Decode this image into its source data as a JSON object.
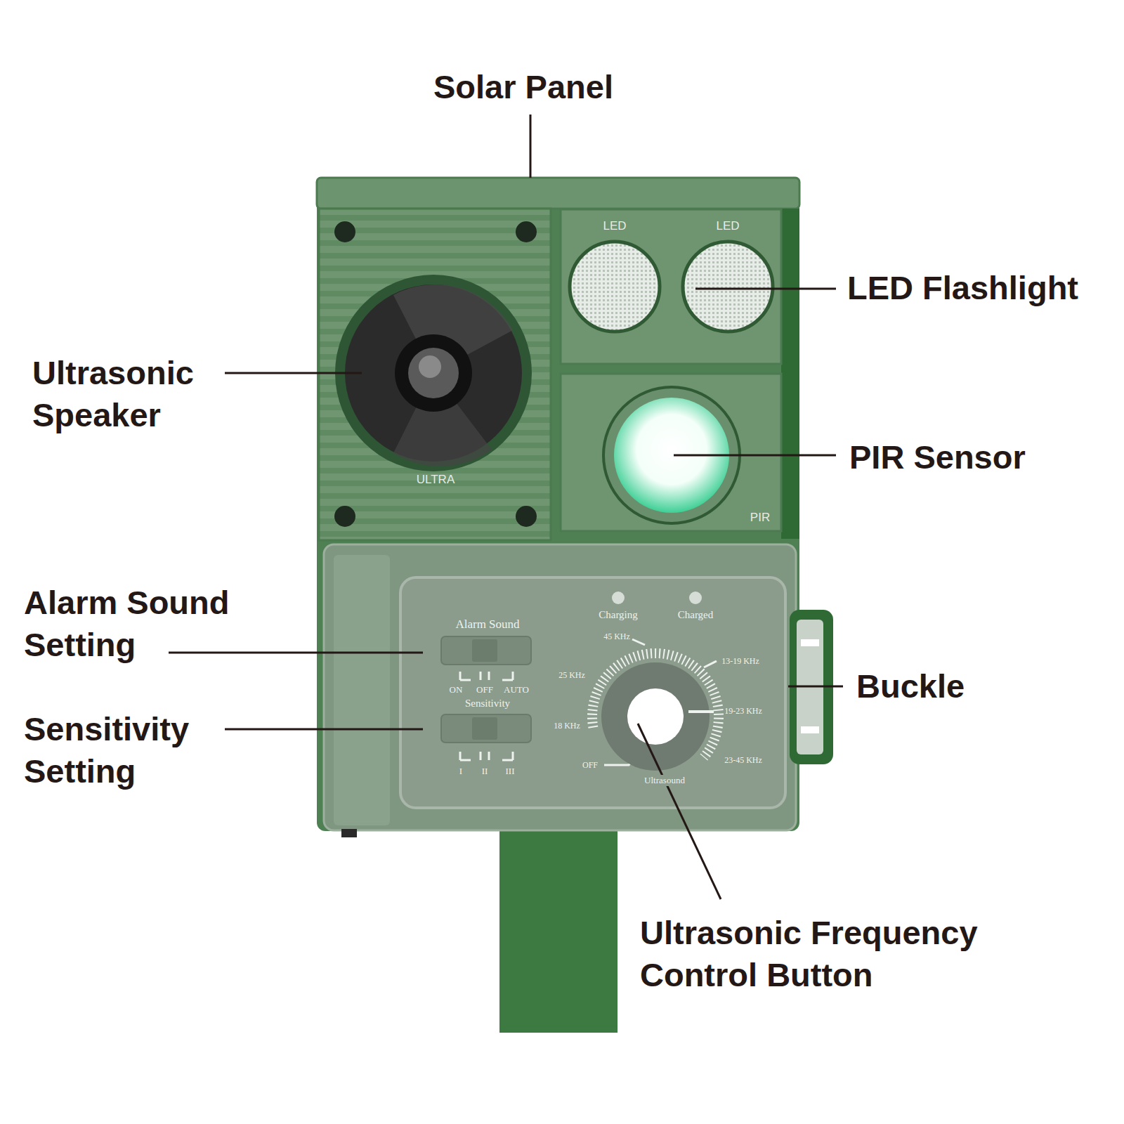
{
  "diagram": {
    "labels": [
      "Solar Panel",
      "LED",
      "LED",
      "LED Flashlight",
      "Ultrasonic Speaker",
      "ULTRA",
      "PIR Sensor",
      "PIR",
      "Charging",
      "Charged",
      "Alarm Sound",
      "Alarm Sound Setting",
      "45 KHz",
      "13-19 KHz",
      "25 KHz",
      "Buckle",
      "ON",
      "OFF",
      "AUTO",
      "Sensitivity",
      "19-23 KHz",
      "Sensitivity Setting",
      "18 KHz",
      "I",
      "II",
      "III",
      "OFF",
      "23-45 KHz",
      "Ultrasound",
      "Ultrasonic Frequency Control Button"
    ]
  }
}
